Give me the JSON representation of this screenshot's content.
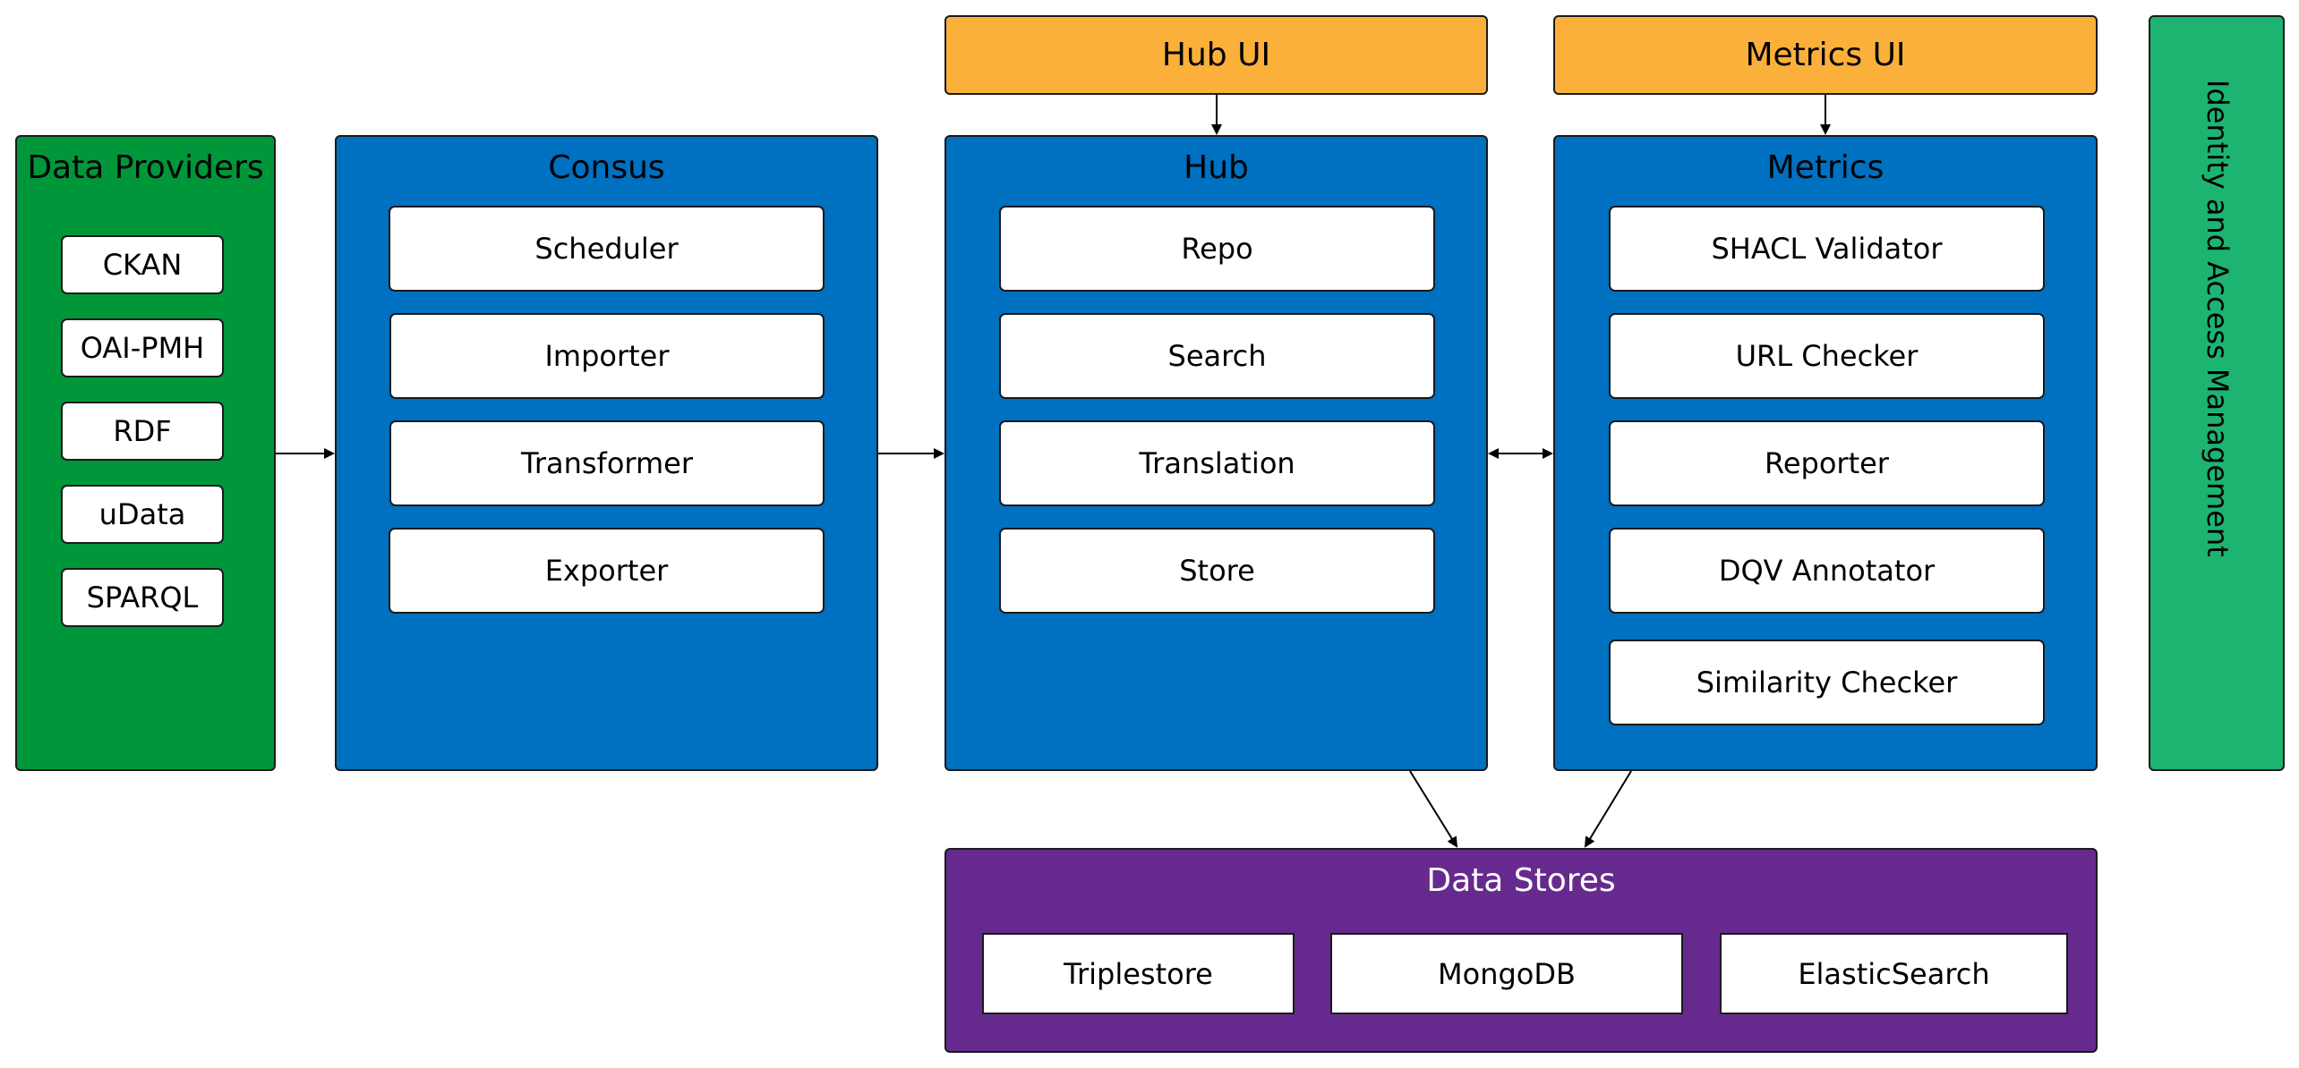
{
  "data_providers": {
    "title": "Data Providers",
    "items": [
      "CKAN",
      "OAI-PMH",
      "RDF",
      "uData",
      "SPARQL"
    ]
  },
  "consus": {
    "title": "Consus",
    "items": [
      "Scheduler",
      "Importer",
      "Transformer",
      "Exporter"
    ]
  },
  "hub": {
    "ui_label": "Hub UI",
    "title": "Hub",
    "items": [
      "Repo",
      "Search",
      "Translation",
      "Store"
    ]
  },
  "metrics": {
    "ui_label": "Metrics UI",
    "title": "Metrics",
    "items": [
      "SHACL Validator",
      "URL Checker",
      "Reporter",
      "DQV Annotator",
      "Similarity Checker"
    ]
  },
  "iam": {
    "label": "Identity and Access Management"
  },
  "data_stores": {
    "title": "Data Stores",
    "items": [
      "Triplestore",
      "MongoDB",
      "ElasticSearch"
    ]
  },
  "colors": {
    "providers": "#00963a",
    "service": "#0070c0",
    "ui": "#fbb03b",
    "iam": "#1db371",
    "stores": "#662a8e"
  }
}
